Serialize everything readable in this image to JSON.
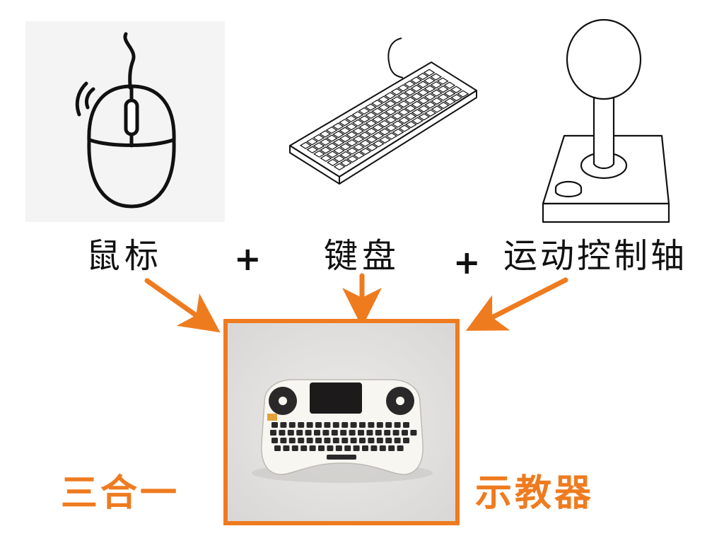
{
  "inputs": [
    {
      "id": "mouse",
      "label": "鼠标",
      "icon": "mouse-icon"
    },
    {
      "id": "keyboard",
      "label": "键盘",
      "icon": "keyboard-icon"
    },
    {
      "id": "joystick",
      "label": "运动控制轴",
      "icon": "joystick-icon"
    }
  ],
  "operators": [
    "+",
    "+"
  ],
  "result": {
    "left_label": "三合一",
    "right_label": "示教器",
    "device": "wireless-mini-keyboard-touchpad"
  },
  "colors": {
    "accent": "#ef7b1f",
    "text": "#111111",
    "background": "#ffffff"
  }
}
